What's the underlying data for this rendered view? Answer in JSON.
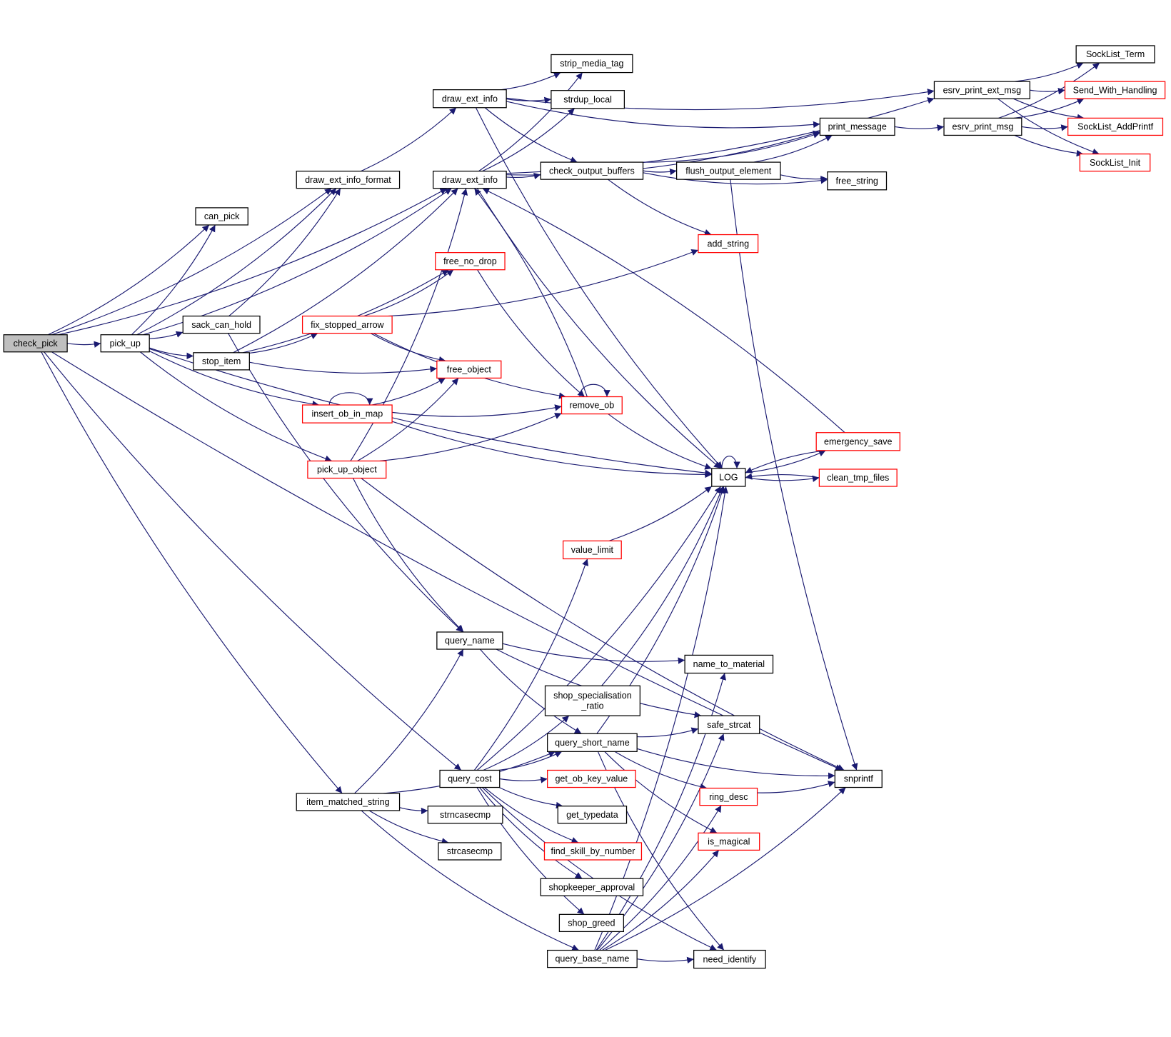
{
  "colors": {
    "edge": "#191970",
    "node_border": "#000000",
    "truncated_border": "#ff0000",
    "root_fill": "#bfbfbf",
    "node_fill": "#ffffff"
  },
  "nodes": [
    {
      "id": "check_pick",
      "label": [
        "check_pick"
      ],
      "root": true
    },
    {
      "id": "pick_up",
      "label": [
        "pick_up"
      ]
    },
    {
      "id": "can_pick",
      "label": [
        "can_pick"
      ]
    },
    {
      "id": "sack_can_hold",
      "label": [
        "sack_can_hold"
      ]
    },
    {
      "id": "stop_item",
      "label": [
        "stop_item"
      ]
    },
    {
      "id": "draw_ext_info_format",
      "label": [
        "draw_ext_info_format"
      ]
    },
    {
      "id": "draw_ext_info_a",
      "label": [
        "draw_ext_info"
      ]
    },
    {
      "id": "draw_ext_info_b",
      "label": [
        "draw_ext_info"
      ]
    },
    {
      "id": "strip_media_tag",
      "label": [
        "strip_media_tag"
      ]
    },
    {
      "id": "strdup_local",
      "label": [
        "strdup_local"
      ]
    },
    {
      "id": "check_output_buffers",
      "label": [
        "check_output_buffers"
      ]
    },
    {
      "id": "fix_stopped_arrow",
      "label": [
        "fix_stopped_arrow"
      ],
      "truncated": true
    },
    {
      "id": "free_no_drop",
      "label": [
        "free_no_drop"
      ],
      "truncated": true
    },
    {
      "id": "free_object",
      "label": [
        "free_object"
      ],
      "truncated": true
    },
    {
      "id": "insert_ob_in_map",
      "label": [
        "insert_ob_in_map"
      ],
      "truncated": true
    },
    {
      "id": "pick_up_object",
      "label": [
        "pick_up_object"
      ],
      "truncated": true
    },
    {
      "id": "remove_ob",
      "label": [
        "remove_ob"
      ],
      "truncated": true
    },
    {
      "id": "add_string",
      "label": [
        "add_string"
      ],
      "truncated": true
    },
    {
      "id": "flush_output_element",
      "label": [
        "flush_output_element"
      ]
    },
    {
      "id": "print_message",
      "label": [
        "print_message"
      ]
    },
    {
      "id": "free_string",
      "label": [
        "free_string"
      ]
    },
    {
      "id": "esrv_print_ext_msg",
      "label": [
        "esrv_print_ext_msg"
      ]
    },
    {
      "id": "esrv_print_msg",
      "label": [
        "esrv_print_msg"
      ]
    },
    {
      "id": "SockList_Term",
      "label": [
        "SockList_Term"
      ]
    },
    {
      "id": "Send_With_Handling",
      "label": [
        "Send_With_Handling"
      ],
      "truncated": true
    },
    {
      "id": "SockList_AddPrintf",
      "label": [
        "SockList_AddPrintf"
      ],
      "truncated": true
    },
    {
      "id": "SockList_Init",
      "label": [
        "SockList_Init"
      ],
      "truncated": true
    },
    {
      "id": "LOG",
      "label": [
        "LOG"
      ]
    },
    {
      "id": "emergency_save",
      "label": [
        "emergency_save"
      ],
      "truncated": true
    },
    {
      "id": "clean_tmp_files",
      "label": [
        "clean_tmp_files"
      ],
      "truncated": true
    },
    {
      "id": "value_limit",
      "label": [
        "value_limit"
      ],
      "truncated": true
    },
    {
      "id": "query_name",
      "label": [
        "query_name"
      ]
    },
    {
      "id": "name_to_material",
      "label": [
        "name_to_material"
      ]
    },
    {
      "id": "shop_specialisation_ratio",
      "label": [
        "shop_specialisation",
        "_ratio"
      ]
    },
    {
      "id": "safe_strcat",
      "label": [
        "safe_strcat"
      ]
    },
    {
      "id": "query_short_name",
      "label": [
        "query_short_name"
      ]
    },
    {
      "id": "query_cost",
      "label": [
        "query_cost"
      ]
    },
    {
      "id": "get_ob_key_value",
      "label": [
        "get_ob_key_value"
      ],
      "truncated": true
    },
    {
      "id": "snprintf",
      "label": [
        "snprintf"
      ]
    },
    {
      "id": "ring_desc",
      "label": [
        "ring_desc"
      ],
      "truncated": true
    },
    {
      "id": "item_matched_string",
      "label": [
        "item_matched_string"
      ]
    },
    {
      "id": "strncasecmp",
      "label": [
        "strncasecmp"
      ]
    },
    {
      "id": "get_typedata",
      "label": [
        "get_typedata"
      ]
    },
    {
      "id": "is_magical",
      "label": [
        "is_magical"
      ],
      "truncated": true
    },
    {
      "id": "strcasecmp",
      "label": [
        "strcasecmp"
      ]
    },
    {
      "id": "find_skill_by_number",
      "label": [
        "find_skill_by_number"
      ],
      "truncated": true
    },
    {
      "id": "shopkeeper_approval",
      "label": [
        "shopkeeper_approval"
      ]
    },
    {
      "id": "shop_greed",
      "label": [
        "shop_greed"
      ]
    },
    {
      "id": "query_base_name",
      "label": [
        "query_base_name"
      ]
    },
    {
      "id": "need_identify",
      "label": [
        "need_identify"
      ]
    }
  ],
  "edges": [
    [
      "check_pick",
      "pick_up"
    ],
    [
      "check_pick",
      "can_pick"
    ],
    [
      "check_pick",
      "draw_ext_info_format"
    ],
    [
      "check_pick",
      "draw_ext_info_b"
    ],
    [
      "check_pick",
      "query_cost"
    ],
    [
      "check_pick",
      "item_matched_string"
    ],
    [
      "check_pick",
      "snprintf"
    ],
    [
      "pick_up",
      "can_pick"
    ],
    [
      "pick_up",
      "sack_can_hold"
    ],
    [
      "pick_up",
      "stop_item"
    ],
    [
      "pick_up",
      "draw_ext_info_format"
    ],
    [
      "pick_up",
      "draw_ext_info_b"
    ],
    [
      "pick_up",
      "insert_ob_in_map"
    ],
    [
      "pick_up",
      "pick_up_object"
    ],
    [
      "pick_up",
      "LOG"
    ],
    [
      "sack_can_hold",
      "draw_ext_info_format"
    ],
    [
      "sack_can_hold",
      "query_name"
    ],
    [
      "stop_item",
      "fix_stopped_arrow"
    ],
    [
      "stop_item",
      "free_object"
    ],
    [
      "stop_item",
      "free_no_drop"
    ],
    [
      "stop_item",
      "draw_ext_info_b"
    ],
    [
      "draw_ext_info_format",
      "draw_ext_info_a"
    ],
    [
      "draw_ext_info_a",
      "strip_media_tag"
    ],
    [
      "draw_ext_info_a",
      "strdup_local"
    ],
    [
      "draw_ext_info_a",
      "check_output_buffers"
    ],
    [
      "draw_ext_info_a",
      "print_message"
    ],
    [
      "draw_ext_info_a",
      "esrv_print_ext_msg"
    ],
    [
      "draw_ext_info_a",
      "LOG"
    ],
    [
      "draw_ext_info_b",
      "strip_media_tag"
    ],
    [
      "draw_ext_info_b",
      "strdup_local"
    ],
    [
      "draw_ext_info_b",
      "check_output_buffers"
    ],
    [
      "draw_ext_info_b",
      "print_message"
    ],
    [
      "draw_ext_info_b",
      "esrv_print_ext_msg"
    ],
    [
      "draw_ext_info_b",
      "LOG"
    ],
    [
      "check_output_buffers",
      "flush_output_element"
    ],
    [
      "check_output_buffers",
      "free_string"
    ],
    [
      "check_output_buffers",
      "print_message"
    ],
    [
      "check_output_buffers",
      "add_string"
    ],
    [
      "flush_output_element",
      "print_message"
    ],
    [
      "flush_output_element",
      "free_string"
    ],
    [
      "flush_output_element",
      "snprintf"
    ],
    [
      "print_message",
      "esrv_print_msg"
    ],
    [
      "esrv_print_ext_msg",
      "SockList_Term"
    ],
    [
      "esrv_print_ext_msg",
      "Send_With_Handling"
    ],
    [
      "esrv_print_ext_msg",
      "SockList_AddPrintf"
    ],
    [
      "esrv_print_ext_msg",
      "SockList_Init"
    ],
    [
      "esrv_print_msg",
      "SockList_Term"
    ],
    [
      "esrv_print_msg",
      "Send_With_Handling"
    ],
    [
      "esrv_print_msg",
      "SockList_AddPrintf"
    ],
    [
      "esrv_print_msg",
      "SockList_Init"
    ],
    [
      "fix_stopped_arrow",
      "free_no_drop"
    ],
    [
      "fix_stopped_arrow",
      "add_string"
    ],
    [
      "fix_stopped_arrow",
      "free_object"
    ],
    [
      "fix_stopped_arrow",
      "remove_ob"
    ],
    [
      "free_no_drop",
      "remove_ob"
    ],
    [
      "insert_ob_in_map",
      "insert_ob_in_map"
    ],
    [
      "insert_ob_in_map",
      "free_object"
    ],
    [
      "insert_ob_in_map",
      "remove_ob"
    ],
    [
      "insert_ob_in_map",
      "LOG"
    ],
    [
      "pick_up_object",
      "draw_ext_info_b"
    ],
    [
      "pick_up_object",
      "free_object"
    ],
    [
      "pick_up_object",
      "remove_ob"
    ],
    [
      "pick_up_object",
      "query_name"
    ],
    [
      "pick_up_object",
      "snprintf"
    ],
    [
      "remove_ob",
      "remove_ob"
    ],
    [
      "remove_ob",
      "LOG"
    ],
    [
      "remove_ob",
      "draw_ext_info_b"
    ],
    [
      "LOG",
      "LOG"
    ],
    [
      "LOG",
      "emergency_save"
    ],
    [
      "LOG",
      "clean_tmp_files"
    ],
    [
      "emergency_save",
      "LOG"
    ],
    [
      "emergency_save",
      "draw_ext_info_b"
    ],
    [
      "clean_tmp_files",
      "LOG"
    ],
    [
      "value_limit",
      "LOG"
    ],
    [
      "query_name",
      "name_to_material"
    ],
    [
      "query_name",
      "safe_strcat"
    ],
    [
      "query_name",
      "query_short_name"
    ],
    [
      "shop_specialisation_ratio",
      "LOG"
    ],
    [
      "query_short_name",
      "LOG"
    ],
    [
      "query_short_name",
      "safe_strcat"
    ],
    [
      "query_short_name",
      "snprintf"
    ],
    [
      "query_short_name",
      "ring_desc"
    ],
    [
      "query_short_name",
      "is_magical"
    ],
    [
      "query_short_name",
      "need_identify"
    ],
    [
      "query_cost",
      "LOG"
    ],
    [
      "query_cost",
      "value_limit"
    ],
    [
      "query_cost",
      "shop_specialisation_ratio"
    ],
    [
      "query_cost",
      "query_short_name"
    ],
    [
      "query_cost",
      "get_ob_key_value"
    ],
    [
      "query_cost",
      "get_typedata"
    ],
    [
      "query_cost",
      "find_skill_by_number"
    ],
    [
      "query_cost",
      "shopkeeper_approval"
    ],
    [
      "query_cost",
      "shop_greed"
    ],
    [
      "query_cost",
      "need_identify"
    ],
    [
      "item_matched_string",
      "query_name"
    ],
    [
      "item_matched_string",
      "query_short_name"
    ],
    [
      "item_matched_string",
      "strncasecmp"
    ],
    [
      "item_matched_string",
      "strcasecmp"
    ],
    [
      "item_matched_string",
      "query_base_name"
    ],
    [
      "query_base_name",
      "need_identify"
    ],
    [
      "query_base_name",
      "name_to_material"
    ],
    [
      "query_base_name",
      "safe_strcat"
    ],
    [
      "query_base_name",
      "ring_desc"
    ],
    [
      "query_base_name",
      "is_magical"
    ],
    [
      "query_base_name",
      "snprintf"
    ],
    [
      "query_base_name",
      "LOG"
    ],
    [
      "ring_desc",
      "snprintf"
    ]
  ]
}
